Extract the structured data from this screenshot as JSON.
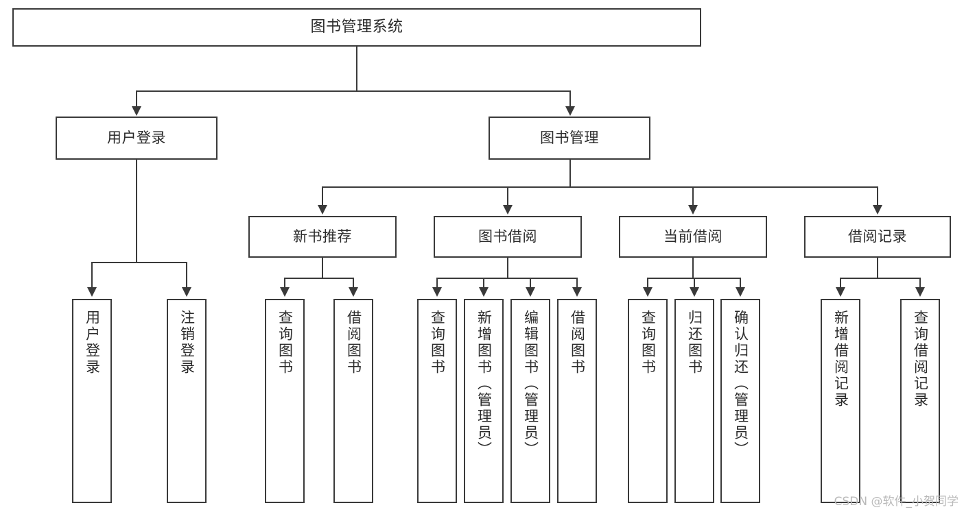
{
  "diagram": {
    "type": "tree",
    "title": "图书管理系统",
    "watermark": "CSDN @软件_小贺同学",
    "colors": {
      "stroke": "#3a3a3a",
      "fill": "#ffffff",
      "text": "#2b2b2b",
      "watermark": "#b9b9b9"
    },
    "root": {
      "label": "图书管理系统"
    },
    "level2": [
      {
        "label": "用户登录"
      },
      {
        "label": "图书管理"
      }
    ],
    "level3": [
      {
        "label": "新书推荐"
      },
      {
        "label": "图书借阅"
      },
      {
        "label": "当前借阅"
      },
      {
        "label": "借阅记录"
      }
    ],
    "leaves": {
      "user_login": [
        {
          "label": "用户登录"
        },
        {
          "label": "注销登录"
        }
      ],
      "new_book_recommend": [
        {
          "label": "查询图书"
        },
        {
          "label": "借阅图书"
        }
      ],
      "book_borrow": [
        {
          "label": "查询图书"
        },
        {
          "label": "新增图书（管理员）"
        },
        {
          "label": "编辑图书（管理员）"
        },
        {
          "label": "借阅图书"
        }
      ],
      "current_borrow": [
        {
          "label": "查询图书"
        },
        {
          "label": "归还图书"
        },
        {
          "label": "确认归还（管理员）"
        }
      ],
      "borrow_record": [
        {
          "label": "新增借阅记录"
        },
        {
          "label": "查询借阅记录"
        }
      ]
    }
  },
  "chart_data": {
    "type": "tree",
    "title": "图书管理系统",
    "nodes": [
      {
        "id": "root",
        "label": "图书管理系统",
        "level": 0,
        "children": [
          {
            "id": "user-login",
            "label": "用户登录",
            "level": 1,
            "children": [
              {
                "id": "user-login-login",
                "label": "用户登录",
                "level": 2
              },
              {
                "id": "user-login-logout",
                "label": "注销登录",
                "level": 2
              }
            ]
          },
          {
            "id": "book-manage",
            "label": "图书管理",
            "level": 1,
            "children": [
              {
                "id": "new-book",
                "label": "新书推荐",
                "level": 2,
                "children": [
                  {
                    "id": "new-book-query",
                    "label": "查询图书",
                    "level": 3
                  },
                  {
                    "id": "new-book-borrow",
                    "label": "借阅图书",
                    "level": 3
                  }
                ]
              },
              {
                "id": "book-borrow",
                "label": "图书借阅",
                "level": 2,
                "children": [
                  {
                    "id": "book-borrow-query",
                    "label": "查询图书",
                    "level": 3
                  },
                  {
                    "id": "book-borrow-add",
                    "label": "新增图书（管理员）",
                    "level": 3
                  },
                  {
                    "id": "book-borrow-edit",
                    "label": "编辑图书（管理员）",
                    "level": 3
                  },
                  {
                    "id": "book-borrow-lend",
                    "label": "借阅图书",
                    "level": 3
                  }
                ]
              },
              {
                "id": "current-borrow",
                "label": "当前借阅",
                "level": 2,
                "children": [
                  {
                    "id": "current-borrow-query",
                    "label": "查询图书",
                    "level": 3
                  },
                  {
                    "id": "current-borrow-return",
                    "label": "归还图书",
                    "level": 3
                  },
                  {
                    "id": "current-borrow-confirm",
                    "label": "确认归还（管理员）",
                    "level": 3
                  }
                ]
              },
              {
                "id": "borrow-record",
                "label": "借阅记录",
                "level": 2,
                "children": [
                  {
                    "id": "borrow-record-add",
                    "label": "新增借阅记录",
                    "level": 3
                  },
                  {
                    "id": "borrow-record-query",
                    "label": "查询借阅记录",
                    "level": 3
                  }
                ]
              }
            ]
          }
        ]
      }
    ],
    "edge_style": "orthogonal-with-arrowheads",
    "orientation": "top-down",
    "depth": 4,
    "node_count": 18,
    "leaf_text_orientation": "vertical"
  }
}
